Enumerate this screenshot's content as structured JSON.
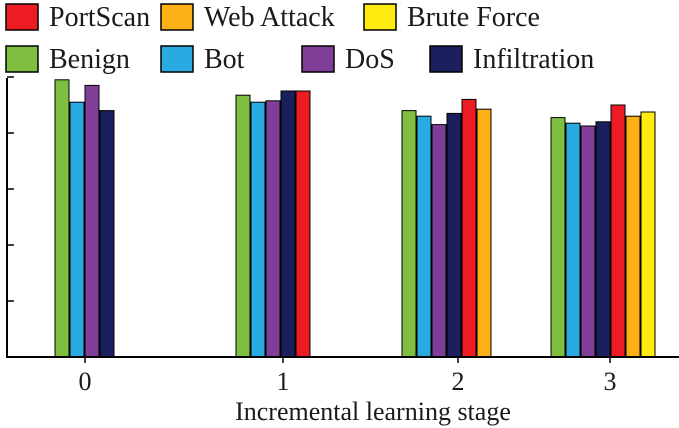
{
  "chart_data": {
    "type": "bar",
    "title": "",
    "xlabel": "Incremental learning stage",
    "ylabel": "",
    "ylim": [
      0,
      1.0
    ],
    "y_tick_labels_shown": false,
    "grid": false,
    "legend_position": "top",
    "categories": [
      "0",
      "1",
      "2",
      "3"
    ],
    "series": [
      {
        "name": "Benign",
        "color": "#7fbf3f",
        "values": [
          0.99,
          0.935,
          0.88,
          0.855
        ]
      },
      {
        "name": "Bot",
        "color": "#29abe2",
        "values": [
          0.91,
          0.91,
          0.86,
          0.835
        ]
      },
      {
        "name": "DoS",
        "color": "#7f3f98",
        "values": [
          0.97,
          0.915,
          0.83,
          0.825
        ]
      },
      {
        "name": "Infiltration",
        "color": "#1b1f5e",
        "values": [
          0.88,
          0.95,
          0.87,
          0.84
        ]
      },
      {
        "name": "PortScan",
        "color": "#ed1c24",
        "values": [
          null,
          0.95,
          0.92,
          0.9
        ]
      },
      {
        "name": "Web Attack",
        "color": "#fbb115",
        "values": [
          null,
          null,
          0.885,
          0.86
        ]
      },
      {
        "name": "Brute Force",
        "color": "#ffeb10",
        "values": [
          null,
          null,
          null,
          0.875
        ]
      }
    ],
    "legend_order": [
      "PortScan",
      "Web Attack",
      "Brute Force",
      "Benign",
      "Bot",
      "DoS",
      "Infiltration"
    ]
  }
}
